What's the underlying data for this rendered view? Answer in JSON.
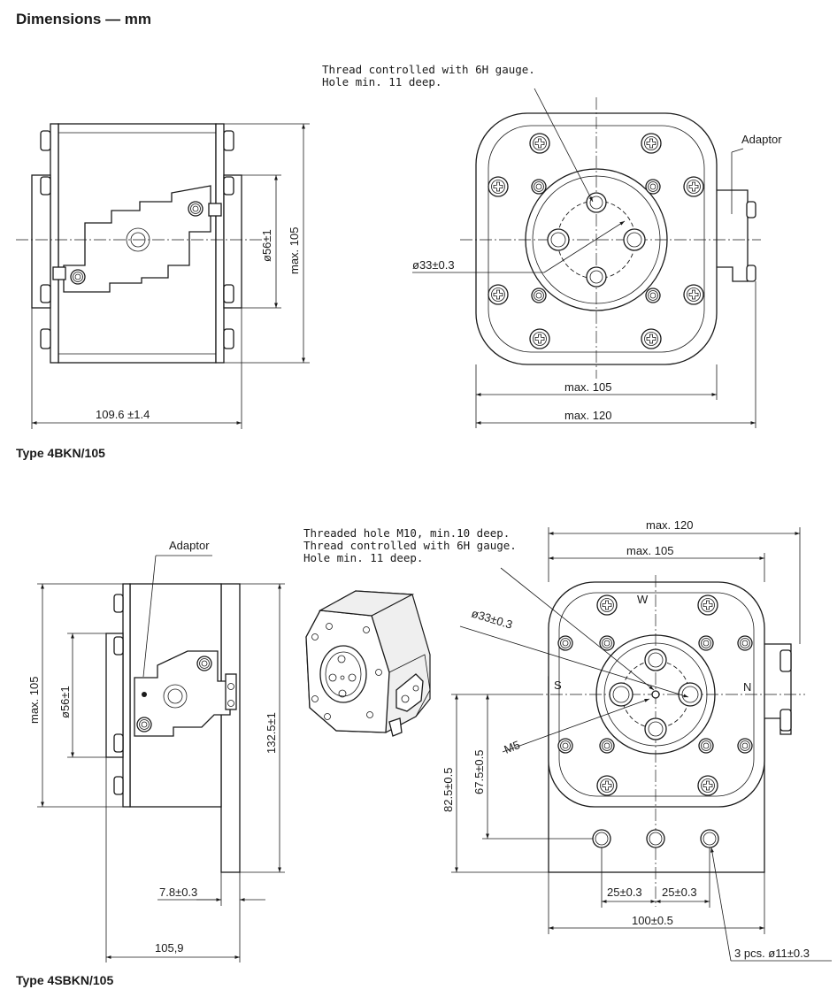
{
  "heading": "Dimensions — mm",
  "top": {
    "type_label": "Type 4BKN/105",
    "note_line1": "Thread controlled with 6H gauge.",
    "note_line2": "Hole min. 11 deep.",
    "adaptor": "Adaptor",
    "dia_hole": "ø33±0.3",
    "max105_h": "max. 105",
    "max120_h": "max. 120",
    "side_width": "109.6 ±1.4",
    "dia56": "ø56±1",
    "max105_v": "max. 105"
  },
  "bottom": {
    "type_label": "Type 4SBKN/105",
    "adaptor": "Adaptor",
    "note_line1": "Threaded hole M10, min.10 deep.",
    "note_line2": "Thread controlled with 6H gauge.",
    "note_line3": "Hole min. 11 deep.",
    "max120": "max. 120",
    "max105_h": "max. 105",
    "max105_v": "max. 105",
    "dia56": "ø56±1",
    "h132": "132.5±1",
    "w78": "7.8±0.3",
    "w1059": "105,9",
    "dia33": "ø33±0.3",
    "m5": "M5",
    "h825": "82.5±0.5",
    "h675": "67.5±0.5",
    "d25a": "25±0.3",
    "d25b": "25±0.3",
    "d100": "100±0.5",
    "holes": "3 pcs. ø11±0.3",
    "dir_w": "W",
    "dir_s": "S",
    "dir_n": "N"
  }
}
